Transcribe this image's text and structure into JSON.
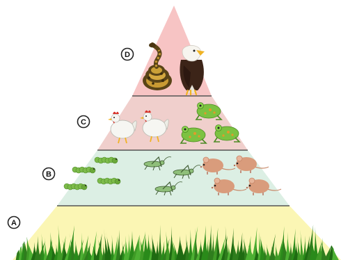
{
  "colors": {
    "level_a": "#fbf6b4",
    "level_b": "#dcefe4",
    "level_c": "#f0cfcc",
    "level_d": "#f7c4c4",
    "divider": "#555555",
    "grass": "#2f7d1d"
  },
  "levels": [
    {
      "label": "A",
      "organisms": [
        "grass"
      ]
    },
    {
      "label": "B",
      "organisms": [
        "caterpillar",
        "grasshopper",
        "mouse"
      ]
    },
    {
      "label": "C",
      "organisms": [
        "chicken",
        "frog"
      ]
    },
    {
      "label": "D",
      "organisms": [
        "snake",
        "eagle"
      ]
    }
  ]
}
